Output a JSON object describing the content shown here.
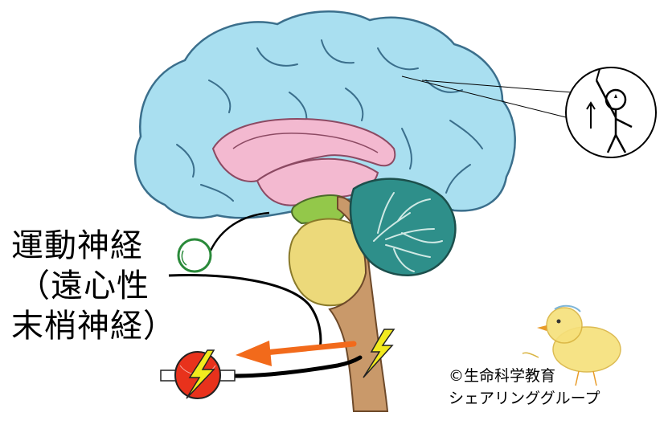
{
  "labels": {
    "line1": "運動神経",
    "line2": "（遠心性",
    "line3": "末梢神経）"
  },
  "credit": {
    "line1": "©生命科学教育",
    "line2": "シェアリンググループ"
  },
  "colors": {
    "cerebrum": "#a9dff0",
    "corpus_callosum": "#f3b9d0",
    "midbrain": "#93c84a",
    "pons": "#ecd97a",
    "brainstem": "#c9996a",
    "cerebellum": "#2e8f8a",
    "arrow": "#f26a1b",
    "muscle": "#e8321c",
    "spark": "#f2ea1e"
  },
  "icons": {
    "thought_bubble": "stick-figure-raising-hand-icon",
    "signal": "lightning-bolt-icon",
    "mascot": "chick-icon"
  }
}
